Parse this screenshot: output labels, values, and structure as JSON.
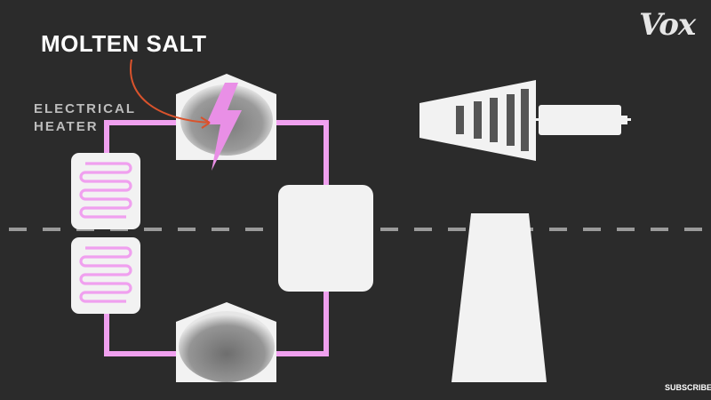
{
  "labels": {
    "molten_salt": "MOLTEN SALT",
    "electrical_heater_line1": "ELECTRICAL",
    "electrical_heater_line2": "HEATER"
  },
  "brand": {
    "logo": "Vox",
    "subscribe": "SUBSCRIBE"
  },
  "colors": {
    "background": "#2b2b2b",
    "pipe_pink": "#f0a0ef",
    "lightning_pink": "#e98fe6",
    "arrow_orange": "#d9532c",
    "component_white": "#f2f2f2",
    "salt_gray": "#8a8a8a",
    "dashed_line": "#9a9a9a"
  },
  "icons": {
    "lightning": "lightning-bolt-icon",
    "turbine": "turbine-generator-icon",
    "cooling_tower": "cooling-tower-icon"
  }
}
